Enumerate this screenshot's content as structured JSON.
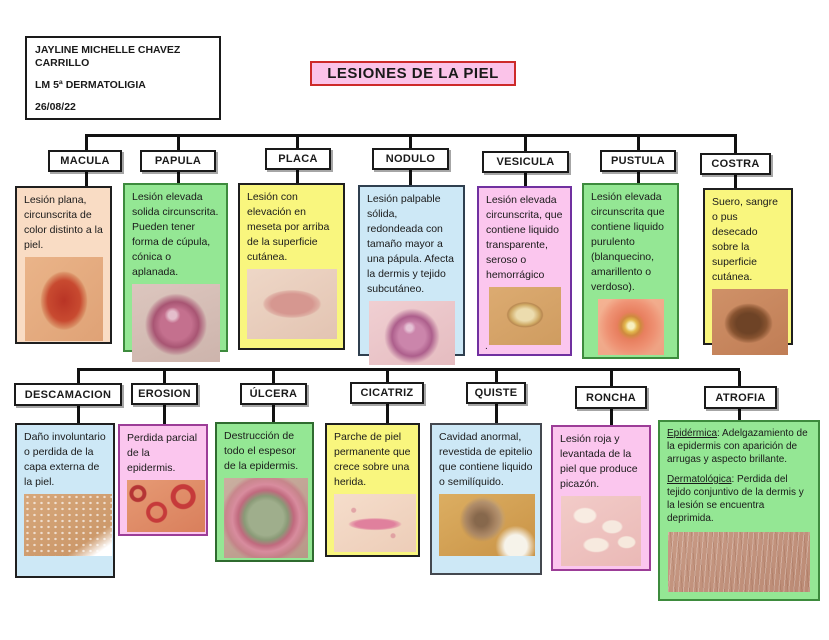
{
  "header": {
    "lines": [
      "JAYLINE MICHELLE CHAVEZ CARRILLO",
      "LM 5ª DERMATOLIGIA",
      "26/08/22"
    ]
  },
  "title": "LESIONES DE LA PIEL",
  "colors": {
    "title_bg": "#fbc3e9",
    "title_border": "#cd2a2a",
    "connector": "#111111",
    "label_bg": "#ffffff",
    "label_border": "#1a1a1a",
    "peach": "#f9dcc4",
    "green": "#94e794",
    "yellow": "#f9f67e",
    "blue": "#cde8f6",
    "pink": "#fbc6ee"
  },
  "rows": [
    {
      "items": [
        {
          "label": "MACULA",
          "description": "Lesión plana, circunscrita de color distinto a la piel.",
          "bg": "#f9dcc4",
          "border": "#1f1f1f"
        },
        {
          "label": "PAPULA",
          "description": "Lesión elevada solida circunscrita. Pueden tener forma de cúpula, cónica o aplanada.",
          "bg": "#94e794",
          "border": "#3d8b3d"
        },
        {
          "label": "PLACA",
          "description": "Lesión con elevación en meseta por arriba de la superficie cutánea.",
          "bg": "#f9f67e",
          "border": "#1f1f1f"
        },
        {
          "label": "NODULO",
          "description": "Lesión palpable sólida, redondeada con tamaño mayor a una pápula. Afecta la dermis y tejido subcutáneo.",
          "bg": "#cde8f6",
          "border": "#2f3f4f"
        },
        {
          "label": "VESICULA",
          "description": "Lesión elevada circunscrita, que contiene liquido transparente, seroso o hemorrágico",
          "footnote": ".",
          "bg": "#fbc6ee",
          "border": "#7030a0"
        },
        {
          "label": "PUSTULA",
          "description": "Lesión elevada circunscrita que contiene liquido purulento (blanquecino, amarillento o verdoso).",
          "bg": "#94e794",
          "border": "#3d8b3d"
        },
        {
          "label": "COSTRA",
          "description": "Suero, sangre o pus desecado sobre la superficie cutánea.",
          "bg": "#f9f67e",
          "border": "#1f1f1f"
        }
      ]
    },
    {
      "items": [
        {
          "label": "DESCAMACION",
          "description": "Daño involuntario o perdida de la capa externa de la piel.",
          "bg": "#cde8f6",
          "border": "#1f1f1f"
        },
        {
          "label": "EROSION",
          "description": "Perdida parcial de la epidermis.",
          "bg": "#fbc6ee",
          "border": "#9c3d97"
        },
        {
          "label": "ÚLCERA",
          "description": "Destrucción de todo el espesor de la epidermis.",
          "bg": "#94e794",
          "border": "#2f6b2f"
        },
        {
          "label": "CICATRIZ",
          "description": "Parche de piel permanente que crece sobre una herida.",
          "bg": "#f9f67e",
          "border": "#1f1f1f"
        },
        {
          "label": "QUISTE",
          "description": "Cavidad anormal, revestida de epitelio que contiene liquido o semilíquido.",
          "bg": "#cde8f6",
          "border": "#44484f"
        },
        {
          "label": "RONCHA",
          "description": "Lesión roja y levantada de la piel que produce picazón.",
          "bg": "#fbc6ee",
          "border": "#9c3d97"
        },
        {
          "label": "ATROFIA",
          "description": "",
          "p1_lead": "Epidérmica",
          "p1_text": ": Adelgazamiento de la epidermis con aparición de arrugas y aspecto brillante.",
          "p2_lead": "Dermatológica",
          "p2_text": ": Perdida del tejido conjuntivo de la dermis y la lesión se encuentra deprimida.",
          "bg": "#94e794",
          "border": "#3d8b3d"
        }
      ]
    }
  ]
}
